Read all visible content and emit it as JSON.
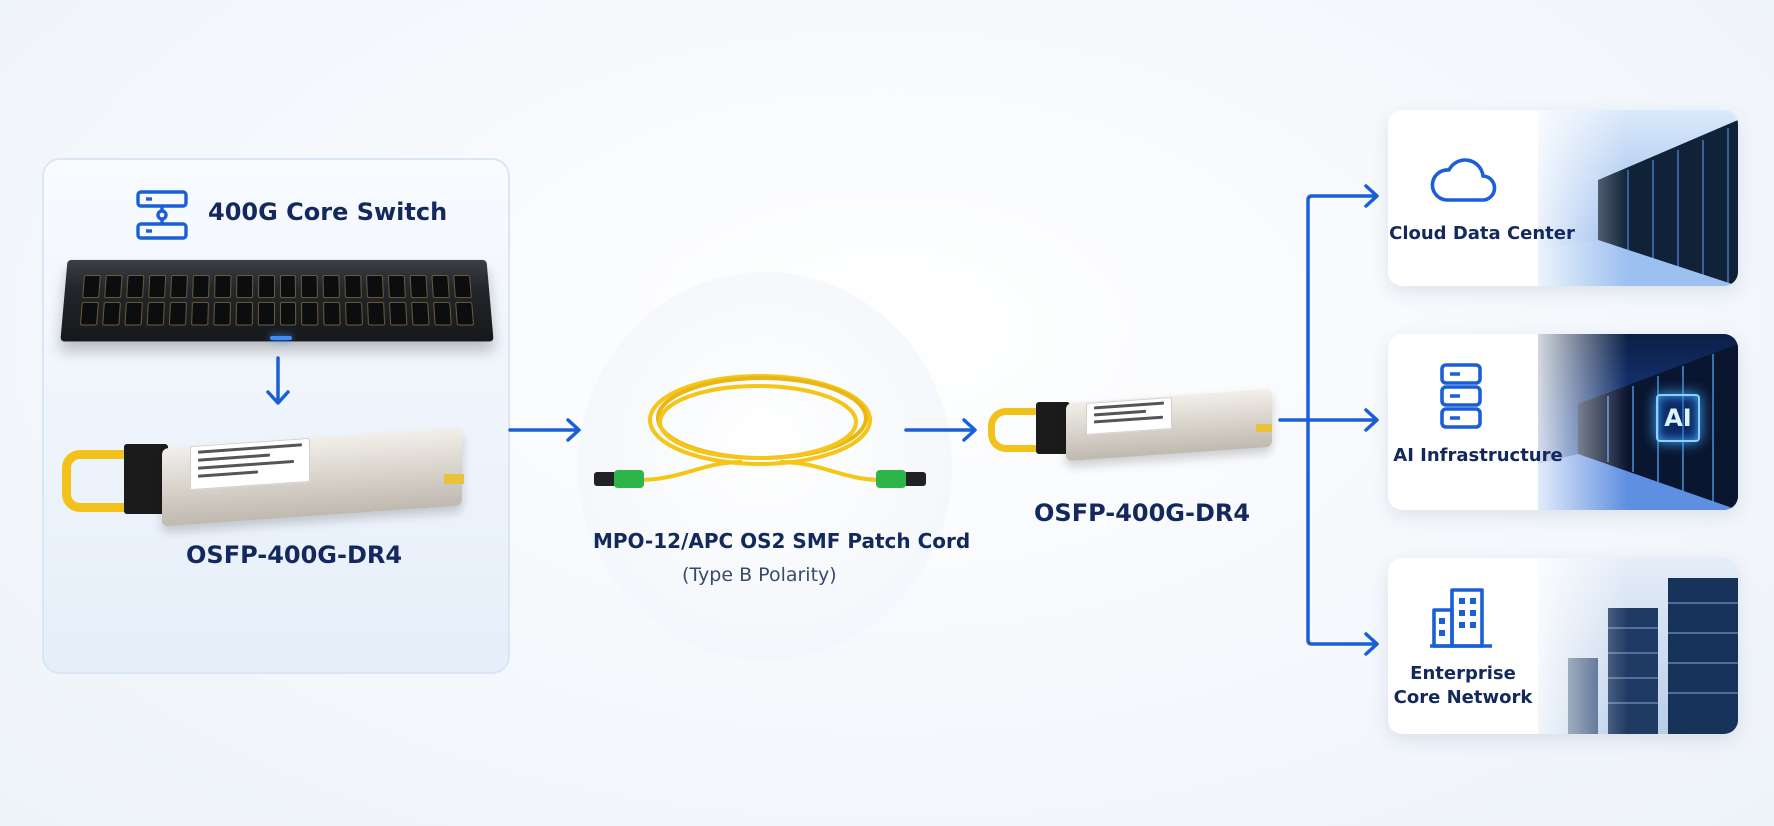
{
  "colors": {
    "accent": "#1a5fd6",
    "title_text": "#13295e",
    "module_handle": "#f2c21b",
    "fiber": "#f5c518",
    "connector": "#2db54a"
  },
  "switch": {
    "title": "400G Core Switch",
    "icon": "network-switch-icon",
    "module_label": "OSFP-400G-DR4"
  },
  "patch_cord": {
    "title": "MPO-12/APC OS2 SMF Patch Cord",
    "subtitle": "(Type B Polarity)"
  },
  "remote_module": {
    "label": "OSFP-400G-DR4"
  },
  "applications": [
    {
      "name": "Cloud Data Center",
      "icon": "cloud-icon"
    },
    {
      "name": "AI Infrastructure",
      "icon": "server-stack-icon",
      "badge": "AI"
    },
    {
      "name": "Enterprise Core Network",
      "icon": "office-buildings-icon"
    }
  ]
}
